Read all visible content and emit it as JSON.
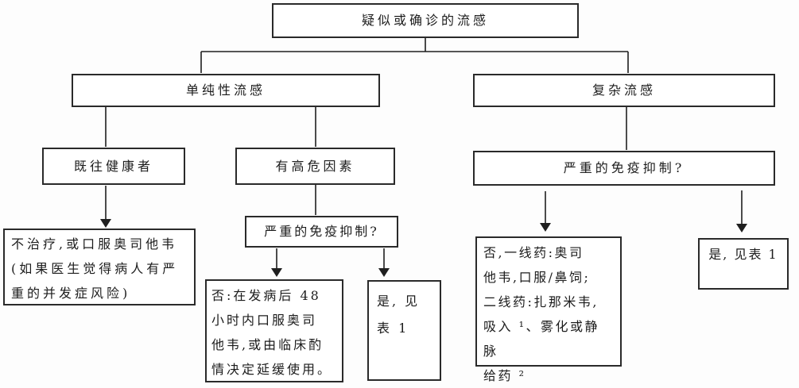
{
  "flowchart": {
    "nodes": {
      "root": {
        "label": "疑似或确诊的流感"
      },
      "uncomplicated": {
        "label": "单纯性流感"
      },
      "complicated": {
        "label": "复杂流感"
      },
      "previously_healthy": {
        "label": "既往健康者"
      },
      "high_risk": {
        "label": "有高危因素"
      },
      "immuno_mid": {
        "label": "严重的免疫抑制?"
      },
      "immuno_right": {
        "label": "严重的免疫抑制?"
      },
      "no_treatment": {
        "label": "不治疗,或口服奥司他韦\n(如果医生觉得病人有严\n重的并发症风险)"
      },
      "no_48h": {
        "label": "否:在发病后 48\n小时内口服奥司\n他韦,或由临床酌\n情决定延缓使用。"
      },
      "yes_table1_mid": {
        "label": "是, 见\n表 1"
      },
      "no_first_line": {
        "label": "否,一线药:奥司\n他韦,口服/鼻饲;\n二线药:扎那米韦,\n吸入 ¹、雾化或静脉\n给药 ²"
      },
      "yes_table1_right": {
        "label": "是, 见表 1"
      }
    },
    "colors": {
      "line": "#1f1f1f",
      "border": "#2a2a2a",
      "text": "#1c1c1c",
      "background": "#ffffff"
    }
  }
}
